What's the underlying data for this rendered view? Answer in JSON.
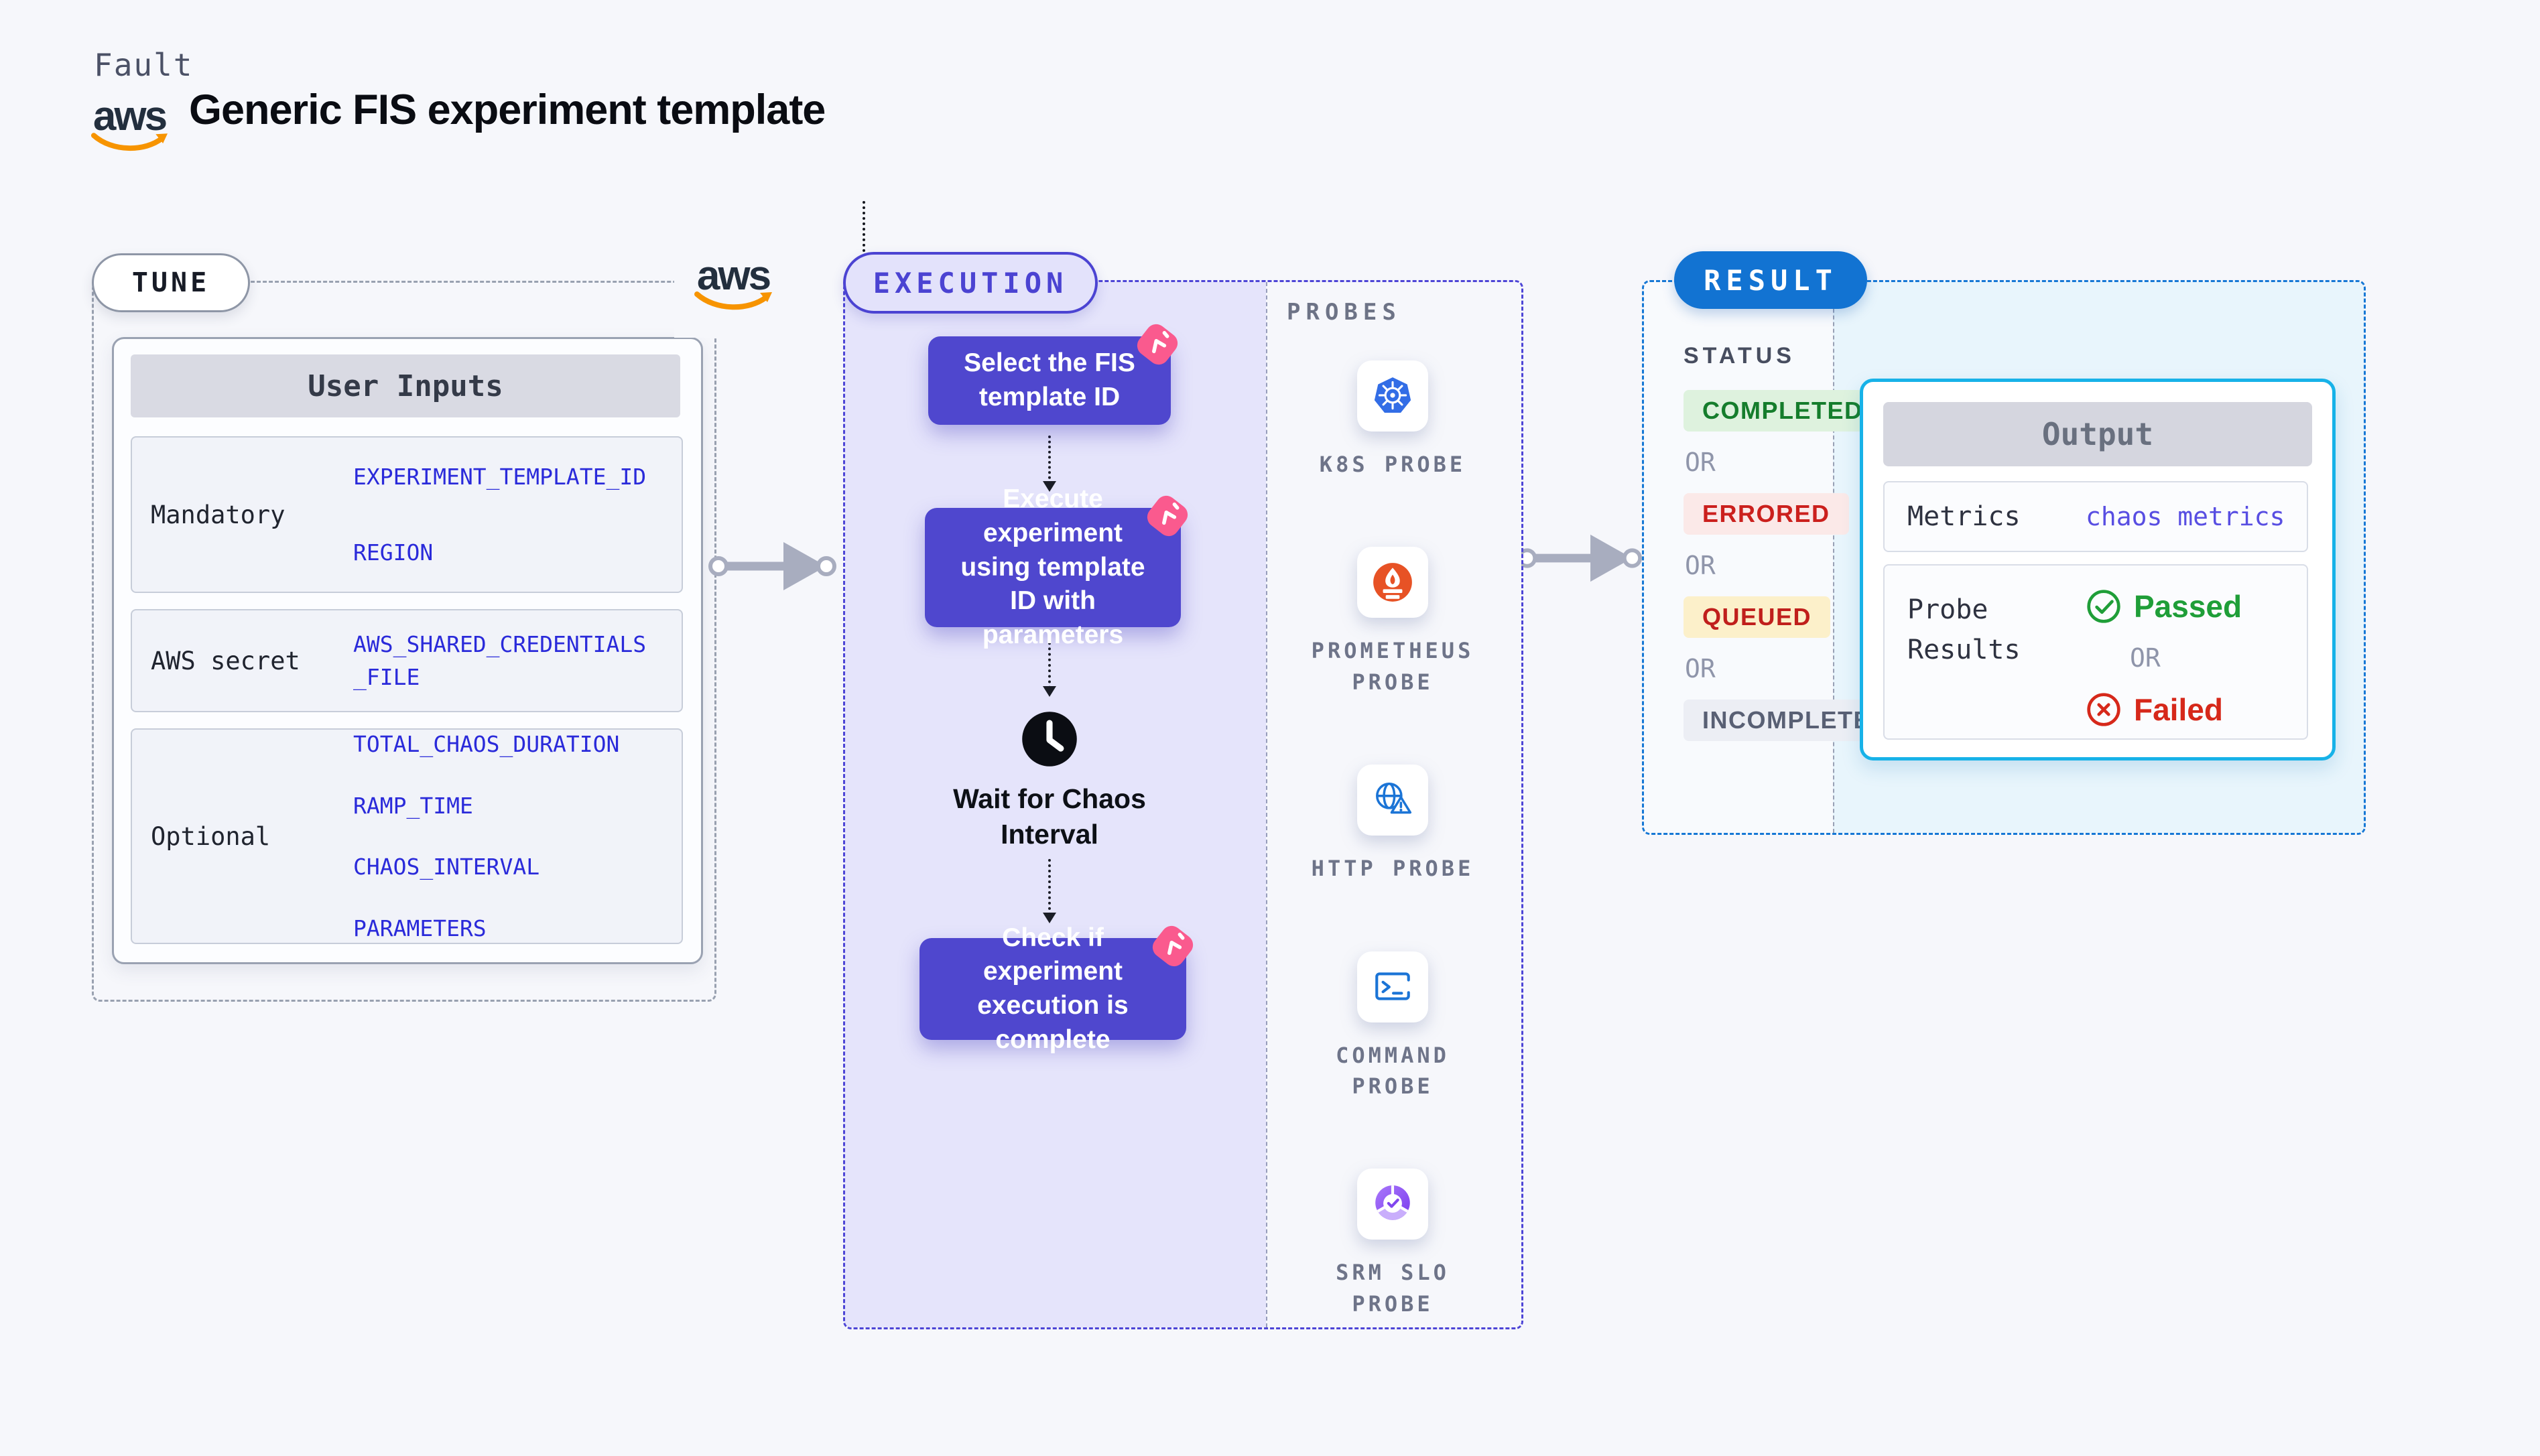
{
  "header": {
    "brand": "Fault",
    "title": "Generic FIS experiment template",
    "aws_logo_text": "aws"
  },
  "tune": {
    "badge": "TUNE",
    "user_inputs": {
      "title": "User Inputs",
      "rows": [
        {
          "label": "Mandatory",
          "values": [
            "EXPERIMENT_TEMPLATE_ID",
            "REGION"
          ]
        },
        {
          "label": "AWS secret",
          "values": [
            "AWS_SHARED_CREDENTIALS_FILE"
          ]
        },
        {
          "label": "Optional",
          "values": [
            "TOTAL_CHAOS_DURATION",
            "RAMP_TIME",
            "CHAOS_INTERVAL",
            "PARAMETERS"
          ]
        }
      ]
    }
  },
  "execution": {
    "badge": "EXECUTION",
    "nodes": {
      "select": "Select the FIS template ID",
      "execute": "Execute experiment using template ID with parameters",
      "wait": "Wait for Chaos Interval",
      "check": "Check if experiment execution is complete"
    },
    "probes": {
      "title": "PROBES",
      "items": [
        {
          "name": "K8S PROBE",
          "icon": "kubernetes-icon"
        },
        {
          "name": "PROMETHEUS PROBE",
          "icon": "prometheus-icon"
        },
        {
          "name": "HTTP PROBE",
          "icon": "http-globe-icon"
        },
        {
          "name": "COMMAND PROBE",
          "icon": "terminal-icon"
        },
        {
          "name": "SRM SLO PROBE",
          "icon": "slo-gauge-icon"
        }
      ]
    }
  },
  "result": {
    "badge": "RESULT",
    "status": {
      "title": "STATUS",
      "items": [
        "COMPLETED",
        "OR",
        "ERRORED",
        "OR",
        "QUEUED",
        "OR",
        "INCOMPLETED"
      ]
    },
    "output": {
      "title": "Output",
      "metrics_label": "Metrics",
      "metrics_value": "chaos metrics",
      "probe_label": "Probe Results",
      "passed": "Passed",
      "or": "OR",
      "failed": "Failed"
    }
  },
  "colors": {
    "page_bg": "#f6f7fb",
    "tune_border": "#99a1b0",
    "execution_accent": "#4d45d6",
    "execution_node": "#4f47ce",
    "execution_lavender": "#e5e4fb",
    "chaos_pink": "#fa5a8e",
    "result_blue": "#1273d2",
    "result_bg": "#e8f5fc",
    "output_border": "#17b2e8",
    "completed_green": "#157d2c",
    "errored_red": "#cb201d",
    "queued_yellow_bg": "#fcf0ca",
    "passed_green": "#1f9e38",
    "failed_red": "#d6281a",
    "arrow_gray": "#a8adbf",
    "aws_orange": "#f79400",
    "kubernetes_blue": "#326de6",
    "prometheus_orange": "#e75225",
    "link_indigo": "#584ee2"
  }
}
